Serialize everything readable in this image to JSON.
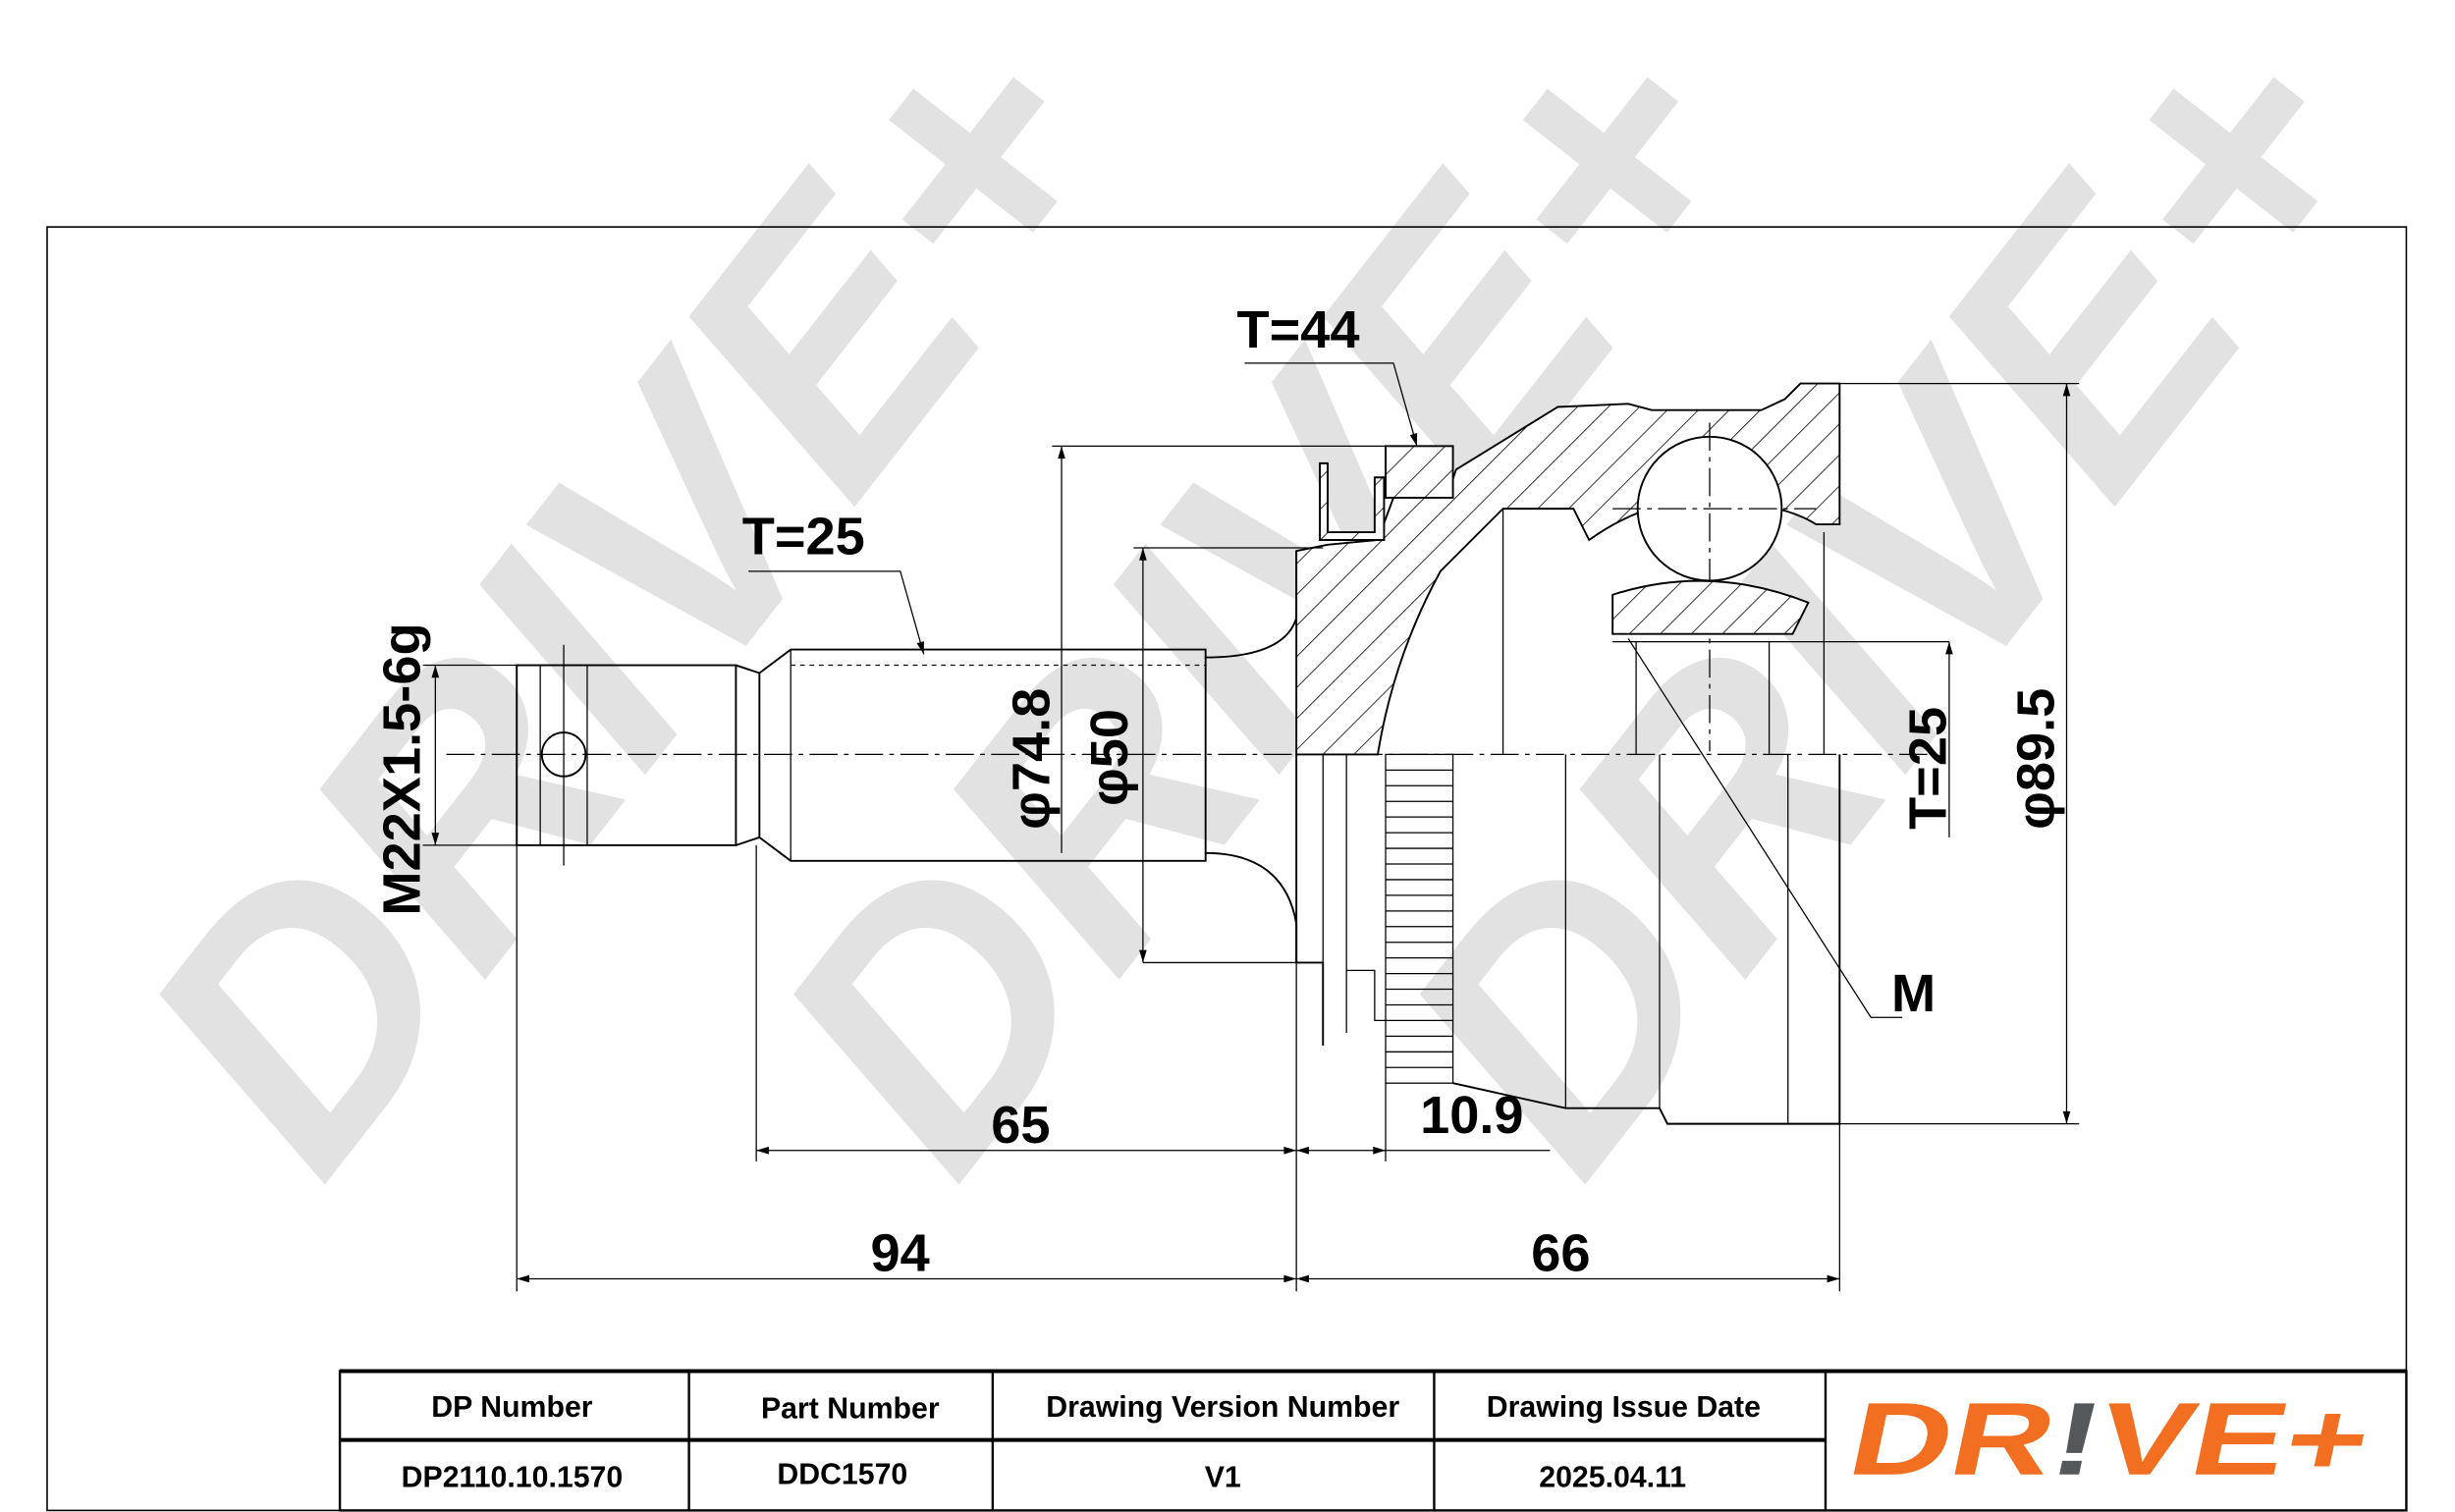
{
  "watermark": {
    "text": "DRIVE+"
  },
  "dimensions": {
    "thread": "M22X1.5-6g",
    "spline_left": "T=25",
    "abs_ring": "T=44",
    "seal_dia": "φ74.8",
    "shaft_dia": "φ50",
    "spline_right": "T=25",
    "outer_dia": "φ89.5",
    "marker": "M",
    "len_65": "65",
    "len_10_9": "10.9",
    "len_94": "94",
    "len_66": "66"
  },
  "title_block": {
    "headers": [
      "DP Number",
      "Part Number",
      "Drawing Version Number",
      "Drawing Issue Date"
    ],
    "values": [
      "DP2110.10.1570",
      "DDC1570",
      "V1",
      "2025.04.11"
    ]
  },
  "logo": {
    "text_a": "DR",
    "text_b": "!",
    "text_c": "VE+",
    "orange": "#f26f21",
    "gray": "#55585a"
  }
}
